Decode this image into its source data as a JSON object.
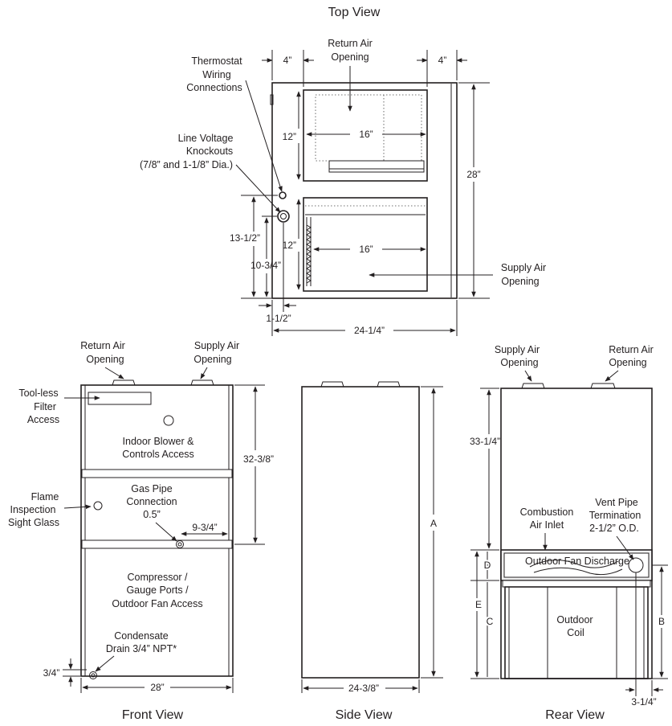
{
  "views": {
    "top": "Top View",
    "front": "Front View",
    "side": "Side View",
    "rear": "Rear View"
  },
  "top_view": {
    "return_air": [
      "Return Air",
      "Opening"
    ],
    "thermostat": [
      "Thermostat",
      "Wiring",
      "Connections"
    ],
    "line_voltage": [
      "Line Voltage",
      "Knockouts",
      "(7/8” and 1-1/8” Dia.)"
    ],
    "supply_air": [
      "Supply Air",
      "Opening"
    ],
    "dims": {
      "left_4": "4”",
      "right_4": "4”",
      "h12_top": "12”",
      "w16_top": "16”",
      "h12_bot": "12”",
      "w16_bot": "16”",
      "d28": "28”",
      "d13": "13-1/2”",
      "d10": "10-3/4”",
      "d1half": "1-1/2”",
      "d24": "24-1/4”"
    }
  },
  "front_view": {
    "return_air": [
      "Return Air",
      "Opening"
    ],
    "supply_air": [
      "Supply Air",
      "Opening"
    ],
    "filter": [
      "Tool-less",
      "Filter",
      "Access"
    ],
    "blower": [
      "Indoor Blower &",
      "Controls Access"
    ],
    "flame": [
      "Flame",
      "Inspection",
      "Sight Glass"
    ],
    "gas": [
      "Gas Pipe",
      "Connection",
      "0.5”"
    ],
    "compressor": [
      "Compressor /",
      "Gauge Ports /",
      "Outdoor Fan Access"
    ],
    "condensate": [
      "Condensate",
      "Drain 3/4” NPT*"
    ],
    "dims": {
      "d32": "32-3/8”",
      "d9": "9-3/4”",
      "d3q": "3/4”",
      "d28": "28”"
    }
  },
  "side_view": {
    "dims": {
      "a": "A",
      "d24": "24-3/8”"
    }
  },
  "rear_view": {
    "supply_air": [
      "Supply Air",
      "Opening"
    ],
    "return_air": [
      "Return Air",
      "Opening"
    ],
    "combustion": [
      "Combustion",
      "Air Inlet"
    ],
    "vent": [
      "Vent Pipe",
      "Termination",
      "2-1/2” O.D."
    ],
    "fan_discharge": "Outdoor Fan Discharge",
    "coil": [
      "Outdoor",
      "Coil"
    ],
    "dims": {
      "d33": "33-1/4”",
      "d": "D",
      "e": "E",
      "c": "C",
      "b": "B",
      "d3q": "3-1/4”"
    }
  }
}
